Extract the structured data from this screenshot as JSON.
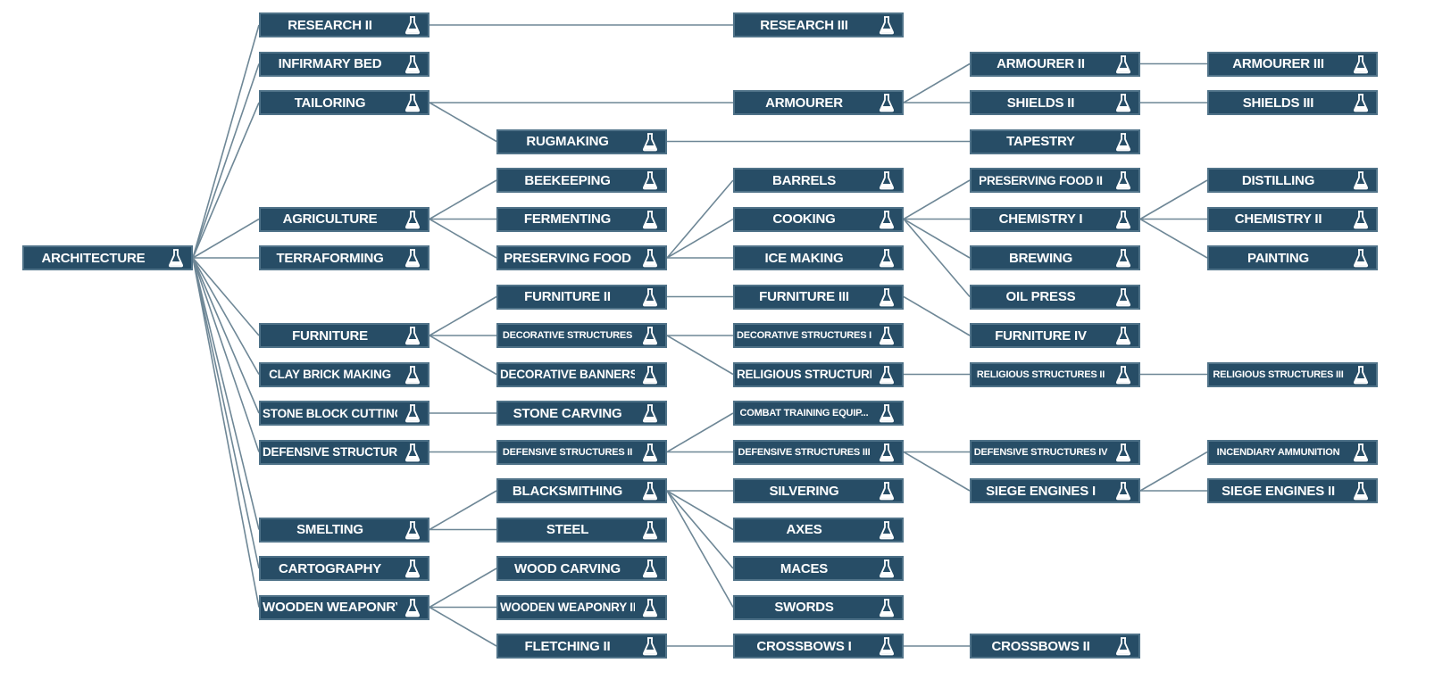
{
  "colors": {
    "node_bg": "#274d66",
    "node_border": "#4f7288",
    "edge": "#6e8796",
    "text": "#ffffff"
  },
  "node_icon": "flask-icon",
  "nodes": [
    {
      "id": "architecture",
      "label": "ARCHITECTURE"
    },
    {
      "id": "research2",
      "label": "RESEARCH II"
    },
    {
      "id": "infirmary",
      "label": "INFIRMARY BED"
    },
    {
      "id": "tailoring",
      "label": "TAILORING"
    },
    {
      "id": "agriculture",
      "label": "AGRICULTURE"
    },
    {
      "id": "terraforming",
      "label": "TERRAFORMING"
    },
    {
      "id": "furniture",
      "label": "FURNITURE"
    },
    {
      "id": "claybrick",
      "label": "CLAY BRICK MAKING"
    },
    {
      "id": "stoneblock",
      "label": "STONE BLOCK CUTTING"
    },
    {
      "id": "defensive",
      "label": "DEFENSIVE STRUCTURES"
    },
    {
      "id": "smelting",
      "label": "SMELTING"
    },
    {
      "id": "cartography",
      "label": "CARTOGRAPHY"
    },
    {
      "id": "woodenweaponry",
      "label": "WOODEN WEAPONRY"
    },
    {
      "id": "rugmaking",
      "label": "RUGMAKING"
    },
    {
      "id": "beekeeping",
      "label": "BEEKEEPING"
    },
    {
      "id": "fermenting",
      "label": "FERMENTING"
    },
    {
      "id": "preserving",
      "label": "PRESERVING FOOD"
    },
    {
      "id": "furniture2",
      "label": "FURNITURE II"
    },
    {
      "id": "decorative",
      "label": "DECORATIVE STRUCTURES"
    },
    {
      "id": "banners",
      "label": "DECORATIVE BANNERS"
    },
    {
      "id": "stonecarving",
      "label": "STONE CARVING"
    },
    {
      "id": "defensive2",
      "label": "DEFENSIVE STRUCTURES II"
    },
    {
      "id": "blacksmithing",
      "label": "BLACKSMITHING"
    },
    {
      "id": "steel",
      "label": "STEEL"
    },
    {
      "id": "woodcarving",
      "label": "WOOD CARVING"
    },
    {
      "id": "woodenweaponry2",
      "label": "WOODEN WEAPONRY II"
    },
    {
      "id": "fletching2",
      "label": "FLETCHING II"
    },
    {
      "id": "research3",
      "label": "RESEARCH III"
    },
    {
      "id": "armourer",
      "label": "ARMOURER"
    },
    {
      "id": "barrels",
      "label": "BARRELS"
    },
    {
      "id": "cooking",
      "label": "COOKING"
    },
    {
      "id": "icemaking",
      "label": "ICE MAKING"
    },
    {
      "id": "furniture3",
      "label": "FURNITURE III"
    },
    {
      "id": "decorative2",
      "label": "DECORATIVE STRUCTURES II"
    },
    {
      "id": "religious",
      "label": "RELIGIOUS STRUCTURES"
    },
    {
      "id": "combattraining",
      "label": "COMBAT TRAINING EQUIP..."
    },
    {
      "id": "defensive3",
      "label": "DEFENSIVE STRUCTURES III"
    },
    {
      "id": "silvering",
      "label": "SILVERING"
    },
    {
      "id": "axes",
      "label": "AXES"
    },
    {
      "id": "maces",
      "label": "MACES"
    },
    {
      "id": "swords",
      "label": "SWORDS"
    },
    {
      "id": "crossbows1",
      "label": "CROSSBOWS I"
    },
    {
      "id": "armourer2",
      "label": "ARMOURER II"
    },
    {
      "id": "shields2",
      "label": "SHIELDS II"
    },
    {
      "id": "tapestry",
      "label": "TAPESTRY"
    },
    {
      "id": "preserving2",
      "label": "PRESERVING FOOD II"
    },
    {
      "id": "chemistry1",
      "label": "CHEMISTRY I"
    },
    {
      "id": "brewing",
      "label": "BREWING"
    },
    {
      "id": "oilpress",
      "label": "OIL PRESS"
    },
    {
      "id": "furniture4",
      "label": "FURNITURE IV"
    },
    {
      "id": "religious2",
      "label": "RELIGIOUS STRUCTURES II"
    },
    {
      "id": "defensive4",
      "label": "DEFENSIVE STRUCTURES IV"
    },
    {
      "id": "siege1",
      "label": "SIEGE ENGINES I"
    },
    {
      "id": "crossbows2",
      "label": "CROSSBOWS II"
    },
    {
      "id": "armourer3",
      "label": "ARMOURER III"
    },
    {
      "id": "shields3",
      "label": "SHIELDS III"
    },
    {
      "id": "distilling",
      "label": "DISTILLING"
    },
    {
      "id": "chemistry2",
      "label": "CHEMISTRY II"
    },
    {
      "id": "painting",
      "label": "PAINTING"
    },
    {
      "id": "religious3",
      "label": "RELIGIOUS STRUCTURES III"
    },
    {
      "id": "incendiary",
      "label": "INCENDIARY AMMUNITION"
    },
    {
      "id": "siege2",
      "label": "SIEGE ENGINES II"
    }
  ],
  "edges": [
    [
      "architecture",
      "research2"
    ],
    [
      "architecture",
      "infirmary"
    ],
    [
      "architecture",
      "tailoring"
    ],
    [
      "architecture",
      "agriculture"
    ],
    [
      "architecture",
      "terraforming"
    ],
    [
      "architecture",
      "furniture"
    ],
    [
      "architecture",
      "claybrick"
    ],
    [
      "architecture",
      "stoneblock"
    ],
    [
      "architecture",
      "defensive"
    ],
    [
      "architecture",
      "smelting"
    ],
    [
      "architecture",
      "cartography"
    ],
    [
      "architecture",
      "woodenweaponry"
    ],
    [
      "research2",
      "research3"
    ],
    [
      "tailoring",
      "armourer"
    ],
    [
      "tailoring",
      "rugmaking"
    ],
    [
      "armourer",
      "armourer2"
    ],
    [
      "armourer",
      "shields2"
    ],
    [
      "armourer2",
      "armourer3"
    ],
    [
      "shields2",
      "shields3"
    ],
    [
      "rugmaking",
      "tapestry"
    ],
    [
      "agriculture",
      "beekeeping"
    ],
    [
      "agriculture",
      "fermenting"
    ],
    [
      "agriculture",
      "preserving"
    ],
    [
      "preserving",
      "barrels"
    ],
    [
      "preserving",
      "cooking"
    ],
    [
      "preserving",
      "icemaking"
    ],
    [
      "cooking",
      "preserving2"
    ],
    [
      "cooking",
      "chemistry1"
    ],
    [
      "cooking",
      "brewing"
    ],
    [
      "cooking",
      "oilpress"
    ],
    [
      "chemistry1",
      "distilling"
    ],
    [
      "chemistry1",
      "chemistry2"
    ],
    [
      "chemistry1",
      "painting"
    ],
    [
      "furniture",
      "furniture2"
    ],
    [
      "furniture",
      "decorative"
    ],
    [
      "furniture",
      "banners"
    ],
    [
      "furniture2",
      "furniture3"
    ],
    [
      "furniture3",
      "furniture4"
    ],
    [
      "decorative",
      "decorative2"
    ],
    [
      "decorative",
      "religious"
    ],
    [
      "religious",
      "religious2"
    ],
    [
      "religious2",
      "religious3"
    ],
    [
      "stoneblock",
      "stonecarving"
    ],
    [
      "defensive",
      "defensive2"
    ],
    [
      "defensive2",
      "combattraining"
    ],
    [
      "defensive2",
      "defensive3"
    ],
    [
      "defensive3",
      "defensive4"
    ],
    [
      "defensive3",
      "siege1"
    ],
    [
      "siege1",
      "incendiary"
    ],
    [
      "siege1",
      "siege2"
    ],
    [
      "smelting",
      "blacksmithing"
    ],
    [
      "smelting",
      "steel"
    ],
    [
      "blacksmithing",
      "silvering"
    ],
    [
      "blacksmithing",
      "axes"
    ],
    [
      "blacksmithing",
      "maces"
    ],
    [
      "blacksmithing",
      "swords"
    ],
    [
      "woodenweaponry",
      "woodcarving"
    ],
    [
      "woodenweaponry",
      "woodenweaponry2"
    ],
    [
      "woodenweaponry",
      "fletching2"
    ],
    [
      "fletching2",
      "crossbows1"
    ],
    [
      "crossbows1",
      "crossbows2"
    ]
  ]
}
